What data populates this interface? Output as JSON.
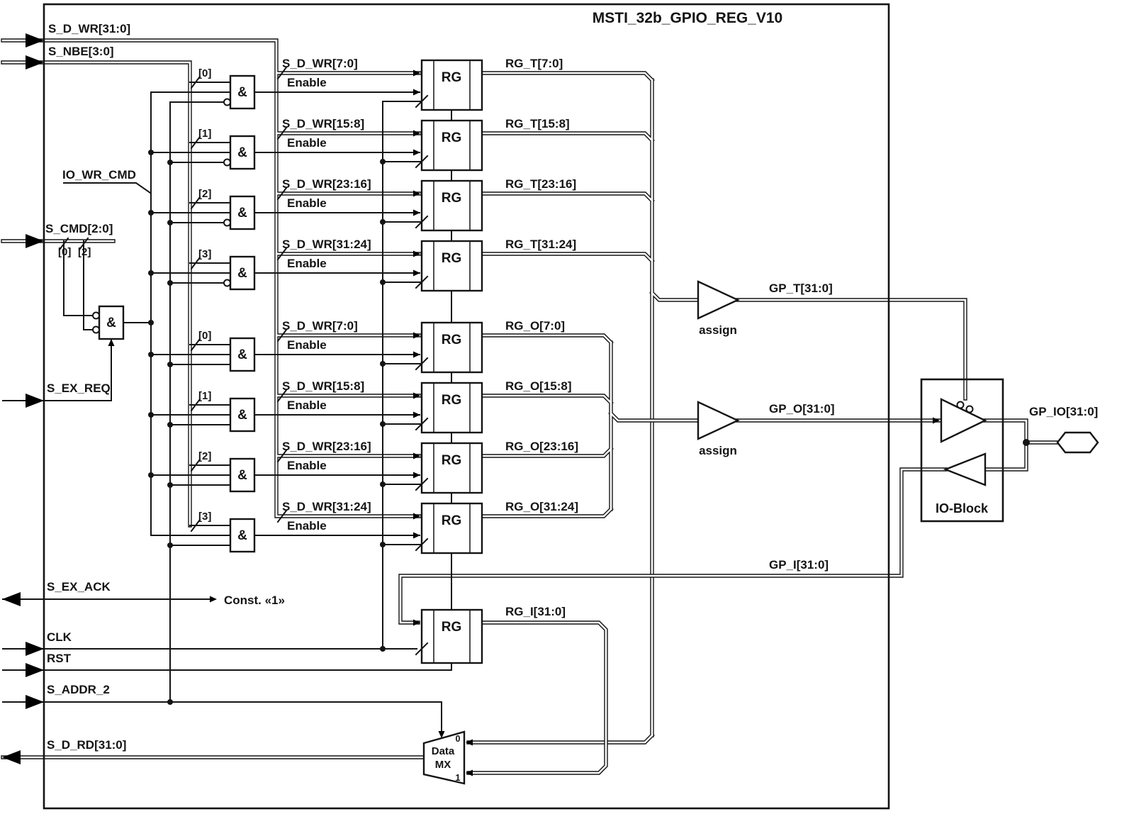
{
  "title": "MSTI_32b_GPIO_REG_V10",
  "colors": {
    "ink": "#141414",
    "background": "#ffffff"
  },
  "ports": {
    "s_d_wr": "S_D_WR[31:0]",
    "s_nbe": "S_NBE[3:0]",
    "s_cmd": "S_CMD[2:0]",
    "s_ex_req": "S_EX_REQ",
    "s_ex_ack": "S_EX_ACK",
    "clk": "CLK",
    "rst": "RST",
    "s_addr_2": "S_ADDR_2",
    "s_d_rd": "S_D_RD[31:0]",
    "gp_io": "GP_IO[31:0]"
  },
  "nets": {
    "io_wr_cmd": "IO_WR_CMD",
    "cmd_bit0": "[0]",
    "cmd_bit2": "[2]",
    "const_one": "Const. «1»",
    "gp_t": "GP_T[31:0]",
    "gp_o": "GP_O[31:0]",
    "gp_i": "GP_I[31:0]",
    "rg_i_out": "RG_I[31:0]"
  },
  "gate": {
    "and": "&"
  },
  "bits": [
    "[0]",
    "[1]",
    "[2]",
    "[3]"
  ],
  "reg": {
    "label": "RG",
    "enable": "Enable"
  },
  "t_regs": [
    {
      "data": "S_D_WR[7:0]",
      "out": "RG_T[7:0]"
    },
    {
      "data": "S_D_WR[15:8]",
      "out": "RG_T[15:8]"
    },
    {
      "data": "S_D_WR[23:16]",
      "out": "RG_T[23:16]"
    },
    {
      "data": "S_D_WR[31:24]",
      "out": "RG_T[31:24]"
    }
  ],
  "o_regs": [
    {
      "data": "S_D_WR[7:0]",
      "out": "RG_O[7:0]"
    },
    {
      "data": "S_D_WR[15:8]",
      "out": "RG_O[15:8]"
    },
    {
      "data": "S_D_WR[23:16]",
      "out": "RG_O[23:16]"
    },
    {
      "data": "S_D_WR[31:24]",
      "out": "RG_O[31:24]"
    }
  ],
  "assign_label": "assign",
  "io_block": "IO-Block",
  "mux": {
    "l1": "Data",
    "l2": "MX",
    "in0": "0",
    "in1": "1"
  }
}
